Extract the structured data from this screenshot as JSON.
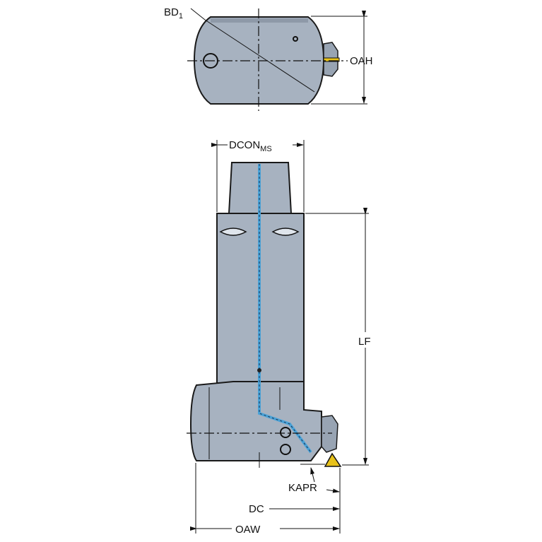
{
  "labels": {
    "bd": "BD",
    "bd_sub": "1",
    "oah": "OAH",
    "dcon": "DCON",
    "dcon_sub": "MS",
    "lf": "LF",
    "kapr": "KAPR",
    "dc": "DC",
    "oaw": "OAW"
  },
  "colors": {
    "body": "#a7b2c0",
    "coolant": "#4aa3d8",
    "insert": "#e8c21a"
  }
}
